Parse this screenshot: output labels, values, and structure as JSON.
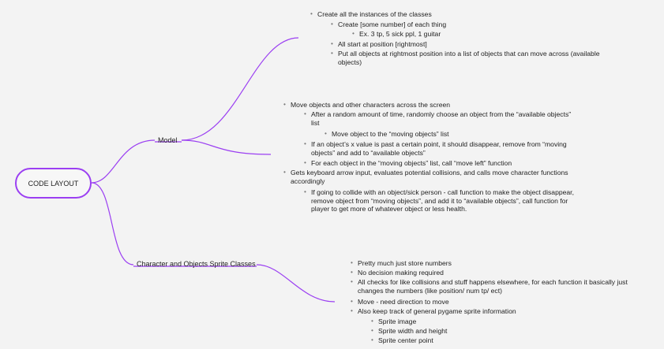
{
  "root": {
    "label": "CODE LAYOUT"
  },
  "branches": {
    "model": "Model",
    "sprites": "Character and Objects Sprite Classes"
  },
  "model_group1": [
    {
      "level": 0,
      "text": "Create all the instances of the classes"
    },
    {
      "level": 1,
      "text": "Create [some number] of each thing"
    },
    {
      "level": 2,
      "text": "Ex. 3 tp, 5 sick ppl, 1 guitar"
    },
    {
      "level": 1,
      "text": "All start at position [rightmost]"
    },
    {
      "level": 1,
      "text": "Put all objects at rightmost position into a list of objects that can move across (available objects)"
    }
  ],
  "model_group2": [
    {
      "level": 0,
      "text": "Move objects and other characters across the screen"
    },
    {
      "level": 1,
      "text": "After a random amount of time, randomly choose an object from the “available objects” list"
    },
    {
      "level": 2,
      "text": "Move object to the “moving objects” list"
    },
    {
      "level": 1,
      "text": "If an object’s x value is past a certain point, it should disappear, remove from “moving objects” and add to “available objects”"
    },
    {
      "level": 1,
      "text": "For each object in the “moving objects” list, call “move left” function"
    },
    {
      "level": 0,
      "text": "Gets keyboard arrow input, evaluates potential collisions, and calls move character functions accordingly"
    },
    {
      "level": 1,
      "text": "If going to collide with an object/sick person - call function to make the object disappear, remove object from “moving objects”, and add it to “available objects”, call function for player to get more of whatever object or less health."
    }
  ],
  "sprite_group": [
    {
      "level": 0,
      "text": "Pretty much just store numbers"
    },
    {
      "level": 0,
      "text": "No decision making required"
    },
    {
      "level": 0,
      "text": "All checks for like collisions and stuff happens elsewhere, for each function it basically just changes the numbers (like position/ num tp/ ect)"
    },
    {
      "level": 0,
      "text": "Move - need direction to move"
    },
    {
      "level": 0,
      "text": "Also keep track of general pygame sprite information"
    },
    {
      "level": 1,
      "text": "Sprite image"
    },
    {
      "level": 1,
      "text": "Sprite width and height"
    },
    {
      "level": 1,
      "text": "Sprite center point"
    }
  ],
  "colors": {
    "accent": "#9b3ff2",
    "text": "#1f1f1f"
  }
}
